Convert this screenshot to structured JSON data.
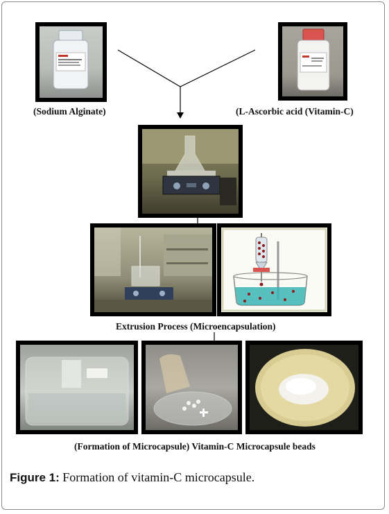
{
  "labels": {
    "sodium_alginate": "(Sodium Alginate)",
    "ascorbic_acid": "(L-Ascorbic acid  (Vitamin-C)",
    "extrusion": "Extrusion Process (Microencapsulation)",
    "formation": "(Formation of Microcapsule) Vitamin-C Microcapsule beads"
  },
  "figure_caption": {
    "label": "Figure 1:",
    "text": " Formation of vitamin-C microcapsule."
  }
}
